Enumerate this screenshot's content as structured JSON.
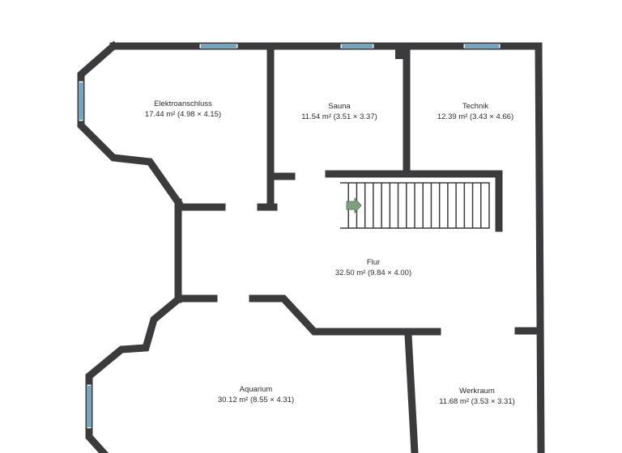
{
  "plan": {
    "rooms": [
      {
        "id": "elektroanschluss",
        "name": "Elektroanschluss",
        "size": "17.44 m² (4.98 × 4.15)"
      },
      {
        "id": "sauna",
        "name": "Sauna",
        "size": "11.54 m² (3.51 × 3.37)"
      },
      {
        "id": "technik",
        "name": "Technik",
        "size": "12.39 m² (3.43 × 4.66)"
      },
      {
        "id": "flur",
        "name": "Flur",
        "size": "32.50 m² (9.84 × 4.00)"
      },
      {
        "id": "aquarium",
        "name": "Aquarium",
        "size": "30.12 m² (8.55 × 4.31)"
      },
      {
        "id": "werkraum",
        "name": "Werkraum",
        "size": "11.68 m² (3.53 × 3.31)"
      }
    ],
    "colors": {
      "wall": "#3b3b3d",
      "window": "#6aa8c9",
      "stair_arrow": "#7fa07f",
      "background": "#ffffff"
    }
  }
}
